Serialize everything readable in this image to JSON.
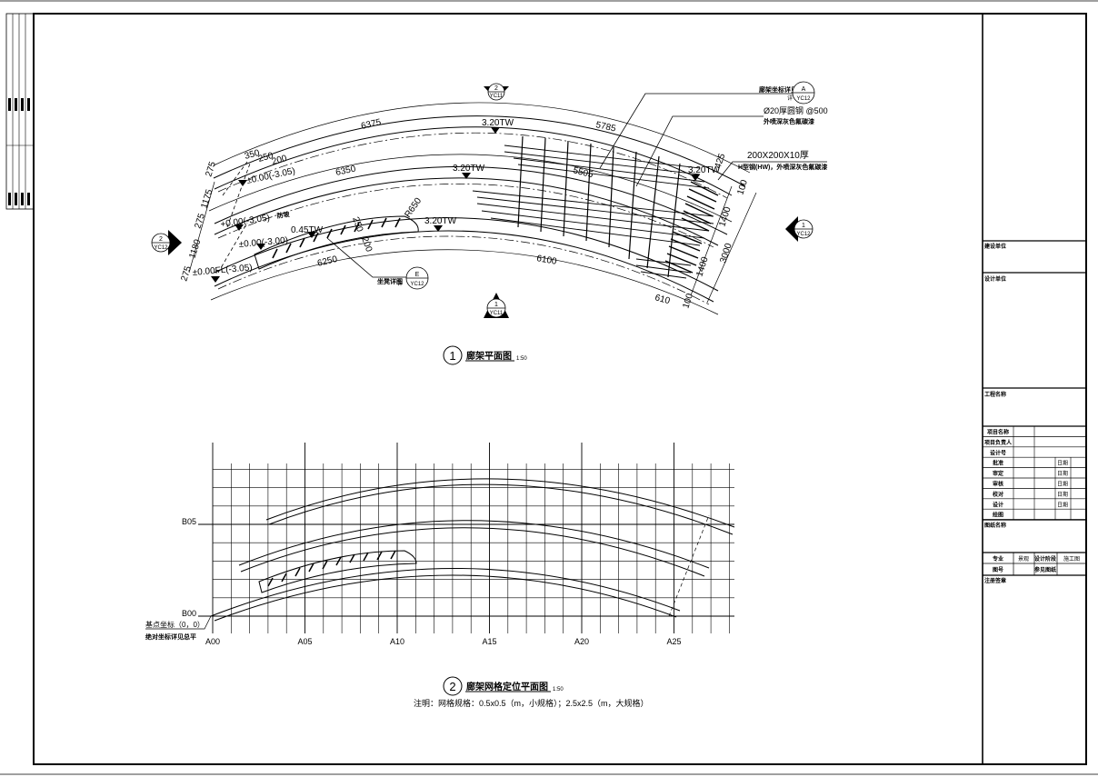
{
  "sheet": {
    "plan_title": "廊架平面图",
    "plan_scale": "1:50",
    "plan_number": "1",
    "grid_title": "廊架网格定位平面图",
    "grid_scale": "1:50",
    "grid_number": "2",
    "grid_note": "注明：网格规格：0.5x0.5（m，小规格）；2.5x2.5（m，大规格）"
  },
  "plan": {
    "dims_top": [
      "6375",
      "5785"
    ],
    "dims_mid": [
      "6350",
      "5505"
    ],
    "dims_bot": [
      "6250",
      "6100"
    ],
    "dims_left": [
      "275",
      "1175",
      "275",
      "1180",
      "275"
    ],
    "dims_small": [
      "350",
      "250",
      "200"
    ],
    "dims_right": [
      "1400",
      "1400",
      "3000",
      "100",
      "100",
      "425",
      "610"
    ],
    "dims_misc": [
      "250",
      "200",
      "R650"
    ],
    "levels": [
      "3.20TW",
      "3.20TW",
      "3.20TW",
      "3.20TW",
      "0.45TW",
      "±0.00(-3.05)",
      "+0.00(-3.05)",
      "±0.00(-3.00)",
      "±0.00FL(-3.05)"
    ],
    "annot_1": "廊架坐标详见",
    "annot_2": "Ø20厚圆钢 @500",
    "annot_2b": "外喷深灰色氟碳漆",
    "annot_3": "200X200X10厚",
    "annot_3b": "H型钢(HW)，外喷深灰色氟碳漆",
    "annot_4": "坐凳详图",
    "annot_5": "防坡",
    "callouts": [
      {
        "num": "2",
        "sheet": "YC11"
      },
      {
        "num": "2",
        "sheet": "YC12"
      },
      {
        "num": "1",
        "sheet": "YC12"
      },
      {
        "num": "1",
        "sheet": "YC11"
      },
      {
        "num": "A",
        "sheet": "YC12"
      },
      {
        "num": "E",
        "sheet": "YC12"
      }
    ],
    "callout_prefix": "详"
  },
  "grid": {
    "x_labels": [
      "A00",
      "A05",
      "A10",
      "A15",
      "A20",
      "A25"
    ],
    "y_labels": [
      "B05",
      "B00"
    ],
    "origin_note_1": "基点坐标（0，0）",
    "origin_note_2": "绝对坐标详见总平"
  },
  "titleblock": {
    "design_unit_label": "建设单位",
    "designer_label": "设计单位",
    "project_name_label": "工程名称",
    "rows": [
      {
        "label": "项目名称",
        "date": ""
      },
      {
        "label": "项目负责人",
        "date": ""
      },
      {
        "label": "设计号",
        "date": ""
      },
      {
        "label": "批准",
        "date": "日期"
      },
      {
        "label": "审定",
        "date": "日期"
      },
      {
        "label": "审核",
        "date": "日期"
      },
      {
        "label": "校对",
        "date": "日期"
      },
      {
        "label": "设计",
        "date": "日期"
      },
      {
        "label": "绘图",
        "date": ""
      }
    ],
    "drawing_name_label": "图纸名称",
    "discipline_label": "专业",
    "discipline_value": "景观",
    "stage_label": "设计阶段",
    "stage_value": "施工图",
    "drawing_no_label": "图号",
    "ref_label": "参见图纸",
    "sign_label": "注册签章"
  }
}
